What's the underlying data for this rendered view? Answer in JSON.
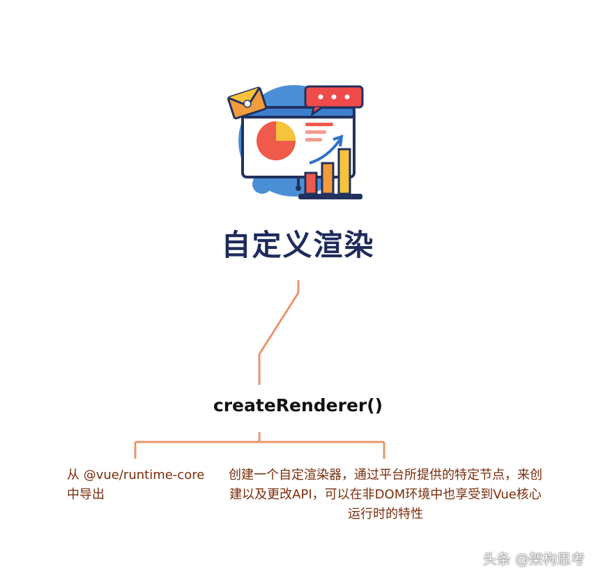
{
  "title": "自定义渲染",
  "center_node": "createRenderer()",
  "branches": {
    "left": "从 @vue/runtime-core 中导出",
    "right": "创建一个自定渲染器，通过平台所提供的特定节点，来创建以及更改API，可以在非DOM环境中也享受到Vue核心运行时的特性"
  },
  "watermark": "头条 @架构思考",
  "colors": {
    "title": "#1e2b5c",
    "connector": "#e8956b",
    "branch_text": "#7a2c0a"
  },
  "illustration_icons": [
    "presentation-board-icon",
    "pie-chart-icon",
    "bar-chart-icon",
    "envelope-icon",
    "chat-bubble-icon",
    "trend-arrow-icon"
  ]
}
